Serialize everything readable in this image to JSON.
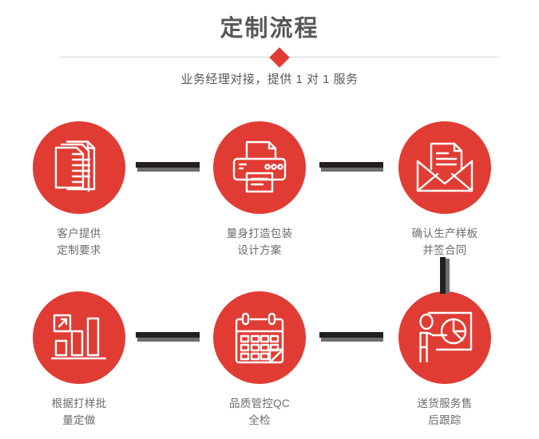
{
  "header": {
    "title": "定制流程",
    "subtitle": "业务经理对接，提供 1 对 1 服务",
    "diamond_icon": "diamond-marker",
    "title_color": "#585858",
    "divider_color": "#d6d6d6",
    "accent_color": "#e03c34"
  },
  "flow": {
    "accent_color": "#e03c34",
    "label_color": "#6b6b6b",
    "connector_color": "#231f20",
    "connector_shadow_color": "#6d6d6d",
    "steps": [
      {
        "id": 1,
        "icon": "documents-stack-icon",
        "label": "客户提供\n定制要求"
      },
      {
        "id": 2,
        "icon": "printer-icon",
        "label": "量身打造包装\n设计方案"
      },
      {
        "id": 3,
        "icon": "envelope-document-icon",
        "label": "确认生产样板\n并签合同"
      },
      {
        "id": 4,
        "icon": "bar-chart-growth-icon",
        "label": "根据打样批\n量定做"
      },
      {
        "id": 5,
        "icon": "calendar-check-icon",
        "label": "品质管控QC\n全检"
      },
      {
        "id": 6,
        "icon": "presenter-pie-chart-icon",
        "label": "送货服务售\n后跟踪"
      }
    ],
    "connectors": [
      {
        "id": "c1",
        "from": 1,
        "to": 2,
        "orientation": "horizontal"
      },
      {
        "id": "c2",
        "from": 2,
        "to": 3,
        "orientation": "horizontal"
      },
      {
        "id": "c3",
        "from": 3,
        "to": 6,
        "orientation": "vertical"
      },
      {
        "id": "c4",
        "from": 4,
        "to": 5,
        "orientation": "horizontal"
      },
      {
        "id": "c5",
        "from": 5,
        "to": 6,
        "orientation": "horizontal"
      }
    ]
  }
}
